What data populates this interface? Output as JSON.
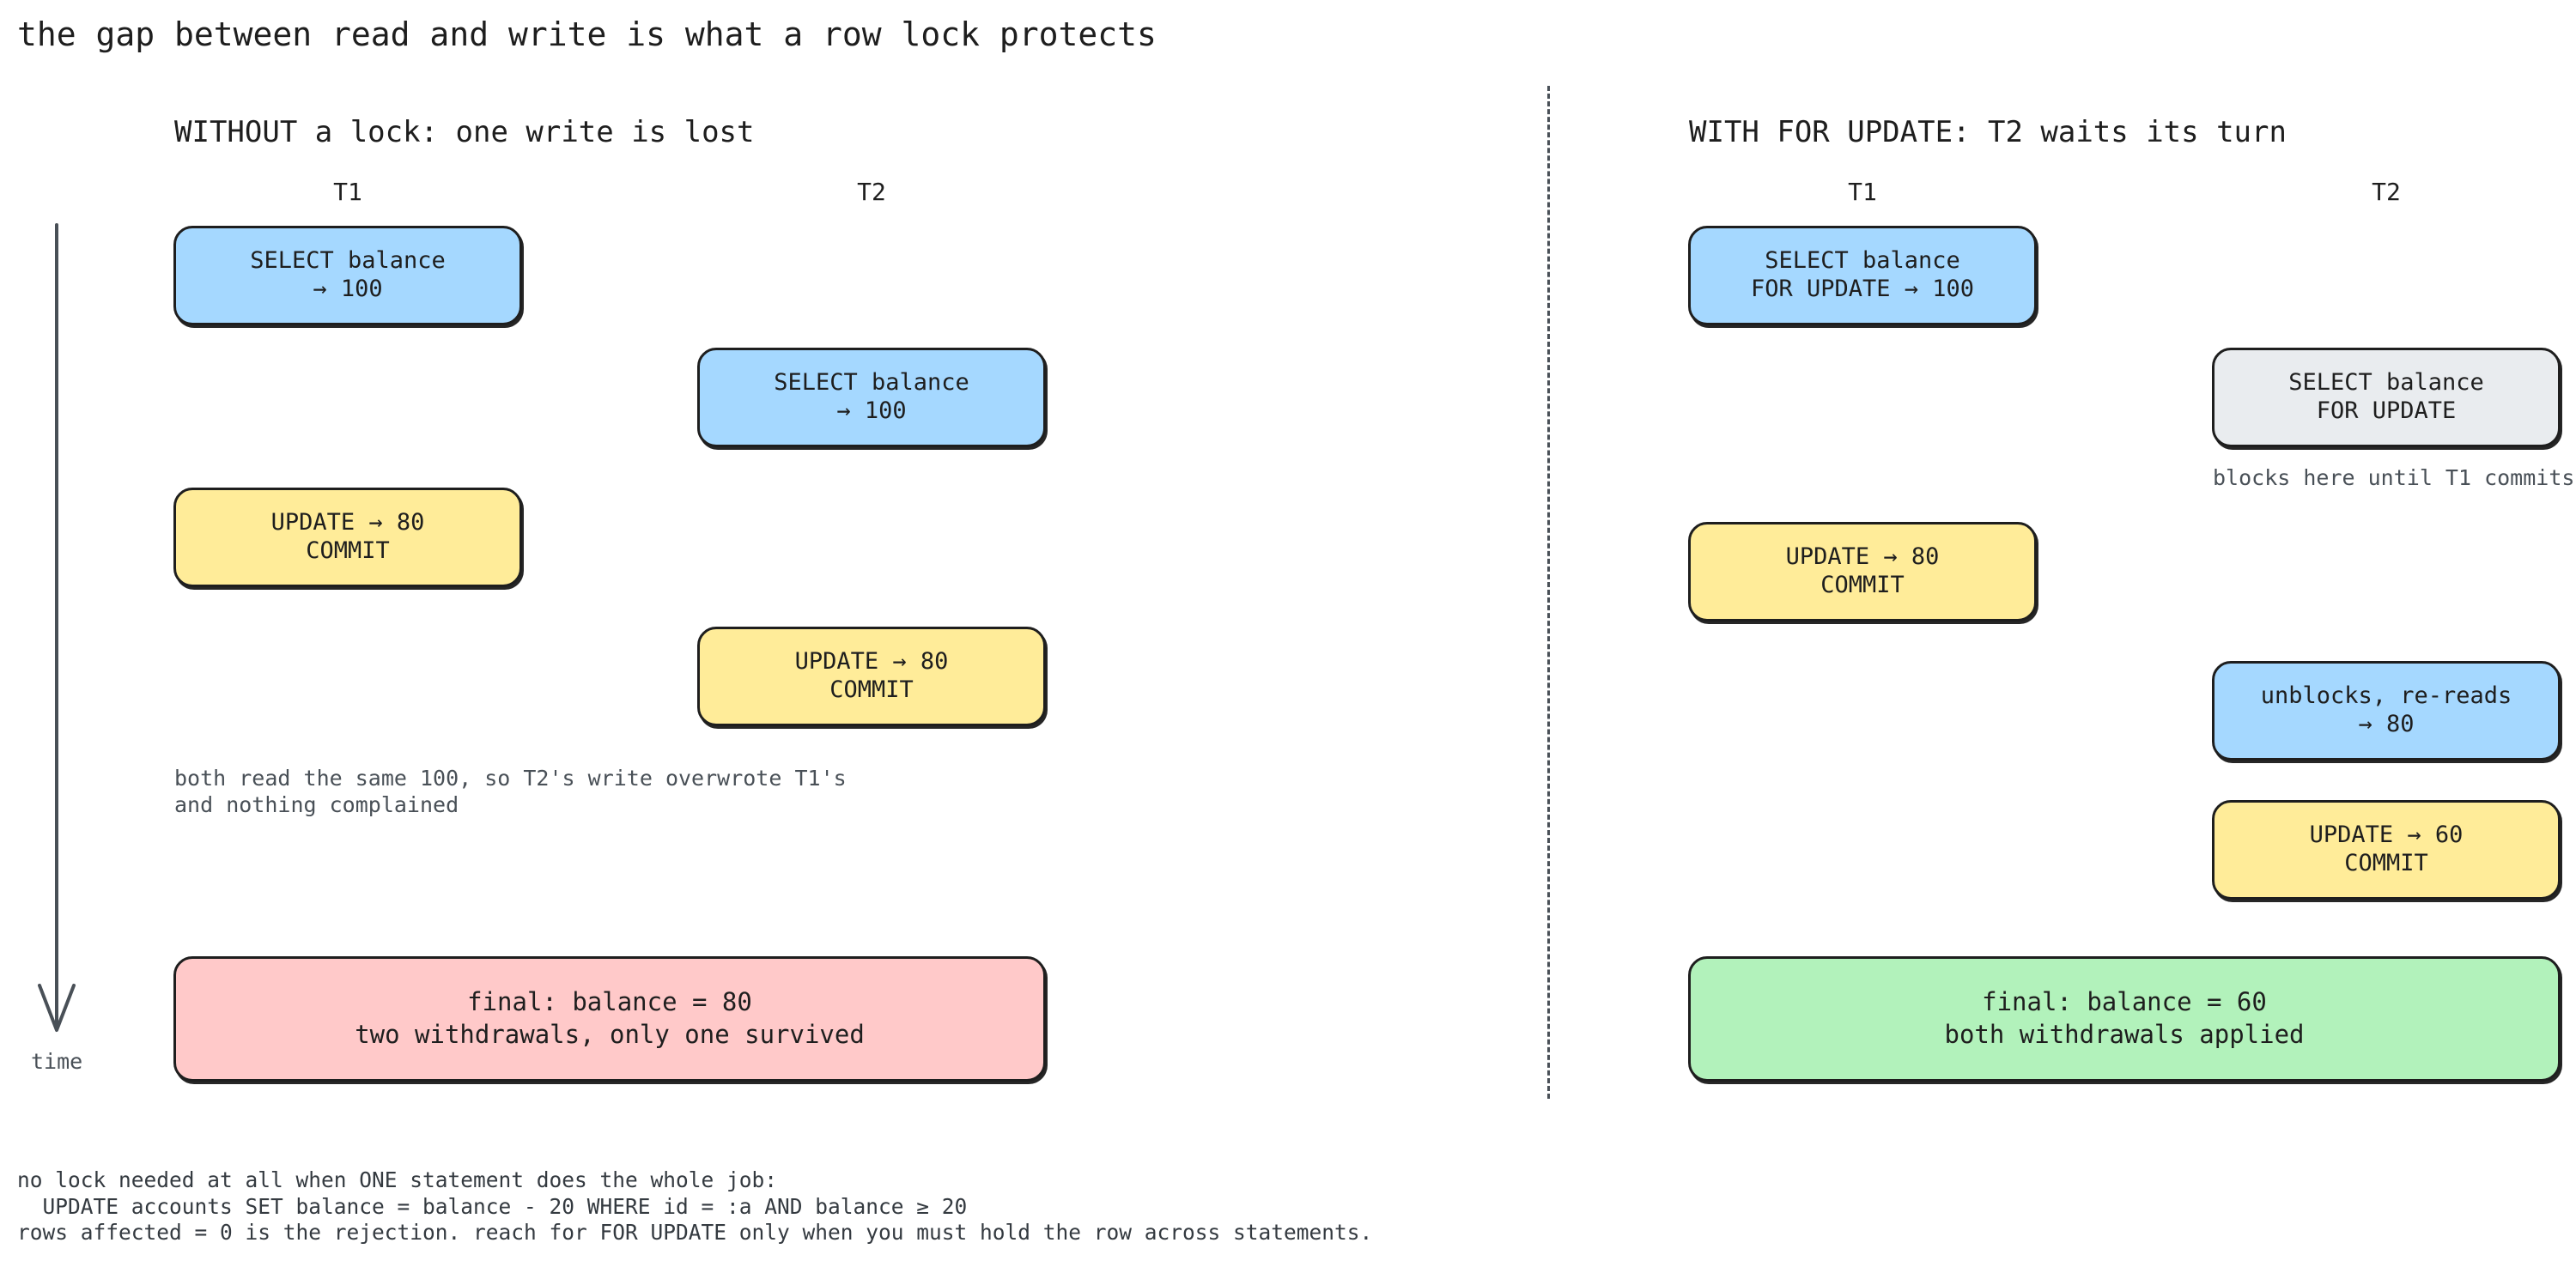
{
  "title": "the gap between read and write is what a row lock protects",
  "left_panel": {
    "title": "WITHOUT a lock: one write is lost",
    "t1_label": "T1",
    "t2_label": "T2",
    "t1_select": {
      "line1": "SELECT balance",
      "line2": "→ 100"
    },
    "t2_select": {
      "line1": "SELECT balance",
      "line2": "→ 100"
    },
    "t1_update": {
      "line1": "UPDATE → 80",
      "line2": "COMMIT"
    },
    "t2_update": {
      "line1": "UPDATE → 80",
      "line2": "COMMIT"
    },
    "note": {
      "line1": "both read the same 100, so T2's write overwrote T1's",
      "line2": "and nothing complained"
    },
    "final": {
      "line1": "final: balance = 80",
      "line2": "two withdrawals, only one survived"
    }
  },
  "right_panel": {
    "title": "WITH FOR UPDATE: T2 waits its turn",
    "t1_label": "T1",
    "t2_label": "T2",
    "t1_select": {
      "line1": "SELECT balance",
      "line2": "FOR UPDATE → 100"
    },
    "t2_select": {
      "line1": "SELECT balance",
      "line2": "FOR UPDATE"
    },
    "block_note": "blocks here until T1 commits",
    "t1_update": {
      "line1": "UPDATE → 80",
      "line2": "COMMIT"
    },
    "t2_reread": {
      "line1": "unblocks, re-reads",
      "line2": "→ 80"
    },
    "t2_update": {
      "line1": "UPDATE → 60",
      "line2": "COMMIT"
    },
    "final": {
      "line1": "final: balance = 60",
      "line2": "both withdrawals applied"
    }
  },
  "time_label": "time",
  "footer": {
    "line1": "no lock needed at all when ONE statement does the whole job:",
    "line2": "  UPDATE accounts SET balance = balance - 20 WHERE id = :a AND balance ≥ 20",
    "line3": "rows affected = 0 is the rejection. reach for FOR UPDATE only when you must hold the row across statements."
  },
  "colors": {
    "read": "#a5d8ff",
    "write": "#ffec99",
    "blocked": "#e9ecef",
    "lost": "#ffc9c9",
    "ok": "#b2f2bb",
    "stroke": "#1e1e1e"
  }
}
